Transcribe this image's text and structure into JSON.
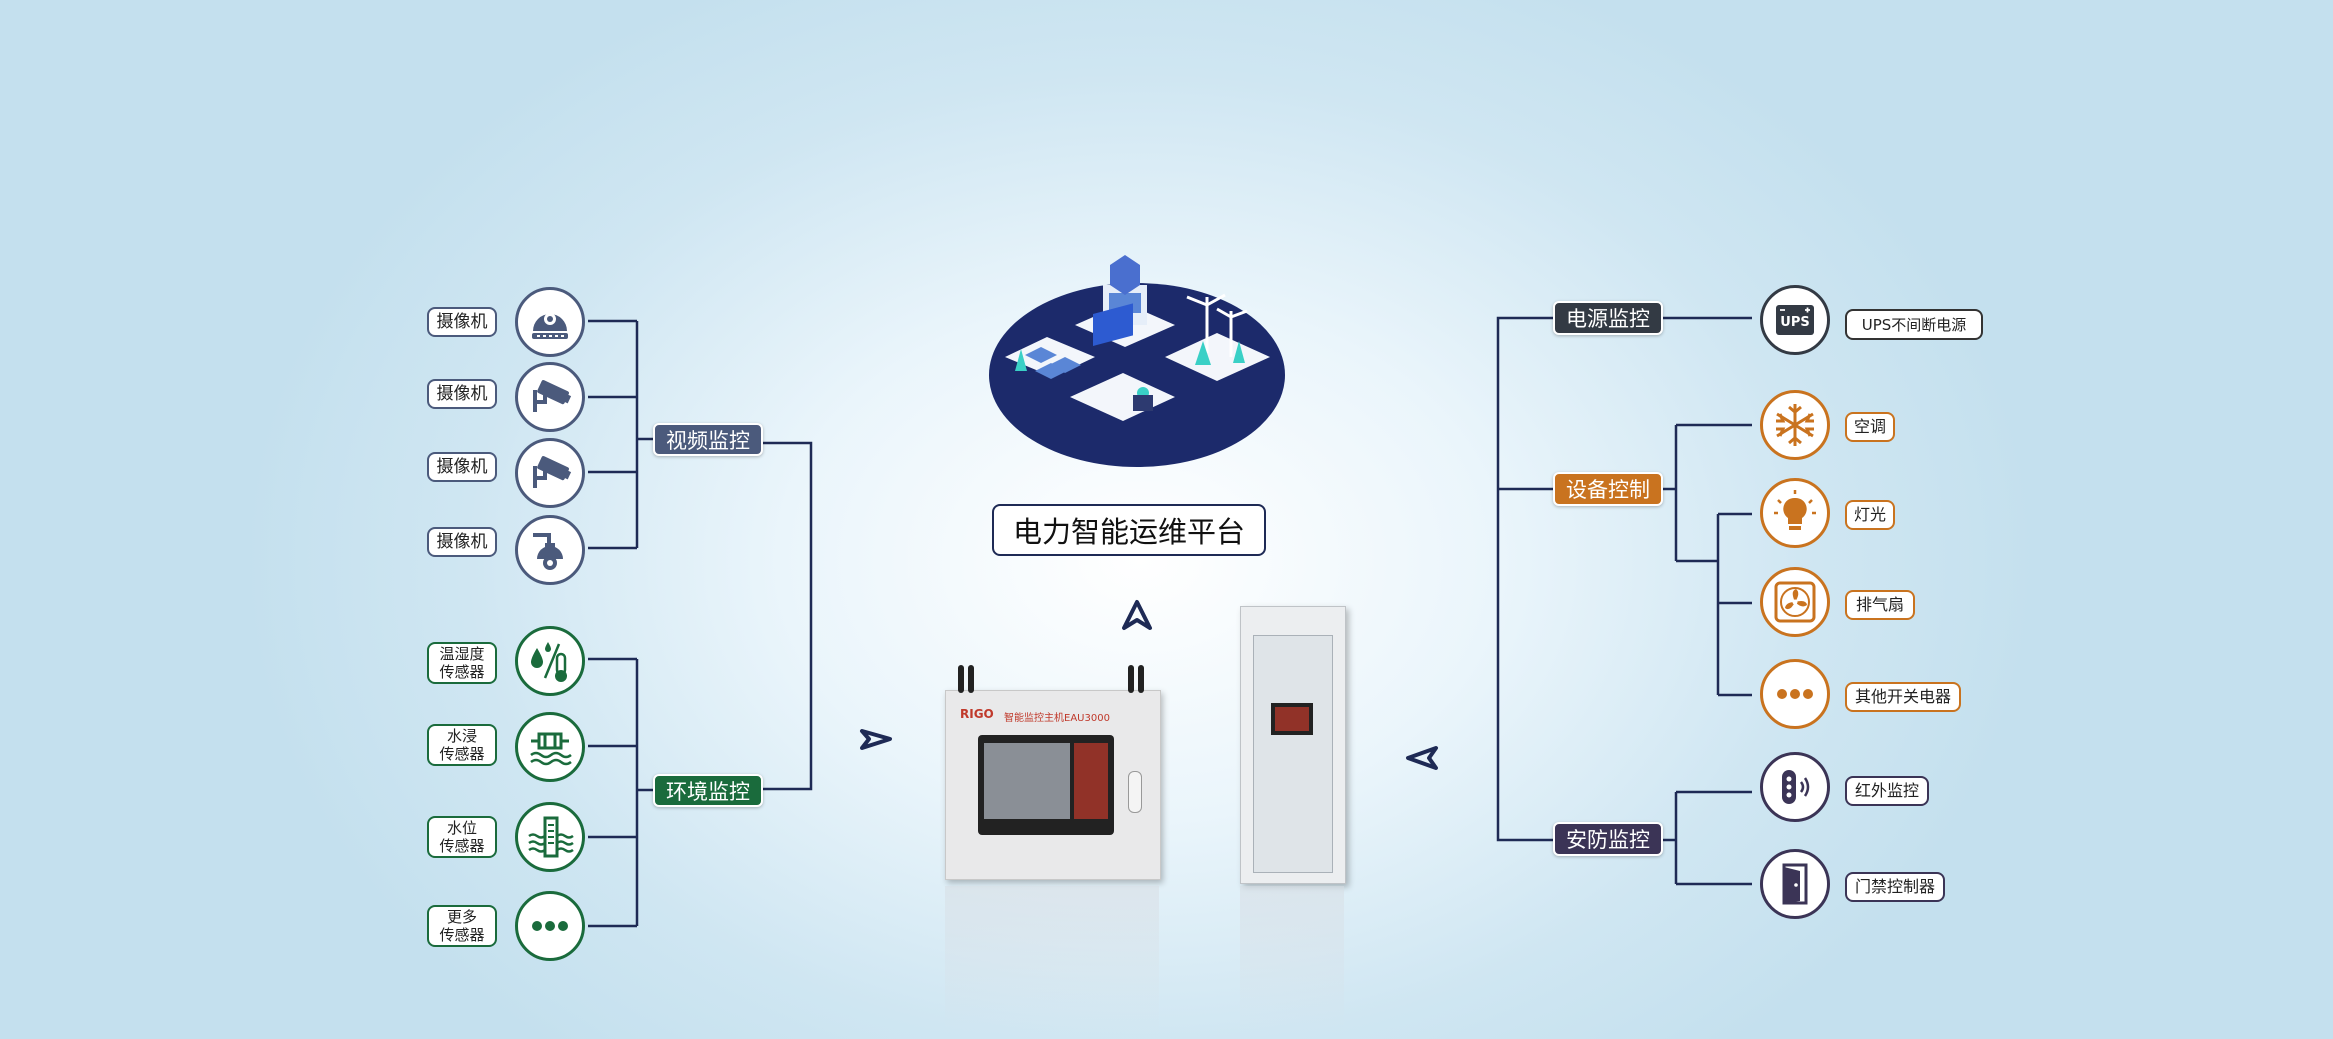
{
  "platform": {
    "title": "电力智能运维平台"
  },
  "center_equipment": {
    "brand": "RIGO",
    "host_label": "智能监控主机EAU3000"
  },
  "categories": {
    "video": {
      "label": "视频监控",
      "color": "#4b5a7c"
    },
    "env": {
      "label": "环境监控",
      "color": "#1a6b3c"
    },
    "power": {
      "label": "电源监控",
      "color": "#333a44"
    },
    "device": {
      "label": "设备控制",
      "color": "#c9731f"
    },
    "security": {
      "label": "安防监控",
      "color": "#3b3456"
    }
  },
  "video_items": [
    {
      "label": "摄像机",
      "icon": "dome-camera-icon"
    },
    {
      "label": "摄像机",
      "icon": "bullet-camera-icon"
    },
    {
      "label": "摄像机",
      "icon": "bullet-camera-icon"
    },
    {
      "label": "摄像机",
      "icon": "ptz-camera-icon"
    }
  ],
  "env_items": [
    {
      "label": "温湿度\n传感器",
      "icon": "temperature-humidity-icon"
    },
    {
      "label": "水浸\n传感器",
      "icon": "water-leak-icon"
    },
    {
      "label": "水位\n传感器",
      "icon": "water-level-icon"
    },
    {
      "label": "更多\n传感器",
      "icon": "more-icon"
    }
  ],
  "power_items": [
    {
      "label": "UPS不间断电源",
      "icon": "ups-icon",
      "icon_text": "UPS"
    }
  ],
  "device_items": [
    {
      "label": "空调",
      "icon": "snowflake-icon"
    },
    {
      "label": "灯光",
      "icon": "lightbulb-icon"
    },
    {
      "label": "排气扇",
      "icon": "fan-icon"
    },
    {
      "label": "其他开关电器",
      "icon": "more-icon"
    }
  ],
  "security_items": [
    {
      "label": "红外监控",
      "icon": "infrared-icon"
    },
    {
      "label": "门禁控制器",
      "icon": "door-icon"
    }
  ]
}
